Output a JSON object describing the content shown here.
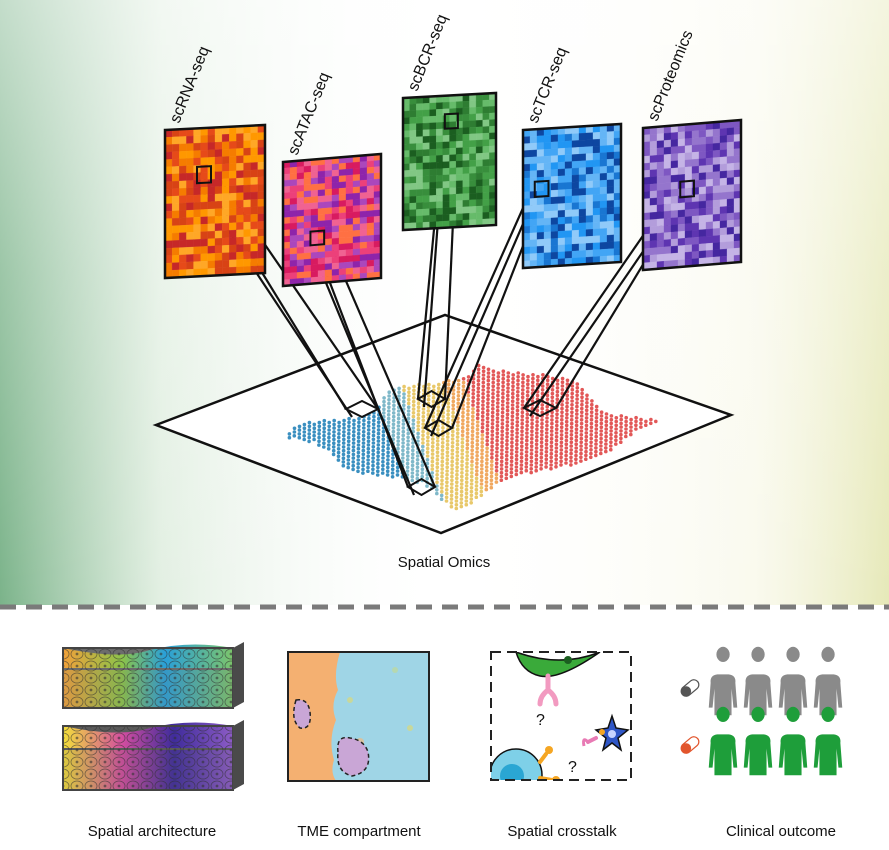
{
  "top_panel": {
    "layers": [
      {
        "label": "scRNA-seq",
        "palette": [
          "#c62828",
          "#e64a19",
          "#f57c00",
          "#ff9800",
          "#ffa726",
          "#d84315"
        ]
      },
      {
        "label": "scATAC-seq",
        "palette": [
          "#8e24aa",
          "#ab47bc",
          "#d81b60",
          "#ec407a",
          "#ff7043",
          "#f06292"
        ]
      },
      {
        "label": "scBCR-seq",
        "palette": [
          "#1b5e20",
          "#2e7d32",
          "#43a047",
          "#66bb6a",
          "#81c784",
          "#388e3c"
        ]
      },
      {
        "label": "scTCR-seq",
        "palette": [
          "#0d47a1",
          "#1976d2",
          "#2196f3",
          "#64b5f6",
          "#90caf9",
          "#42a5f5"
        ]
      },
      {
        "label": "scProteomics",
        "palette": [
          "#4527a0",
          "#5e35b1",
          "#7e57c2",
          "#9575cd",
          "#b39ddb",
          "#c5b4e6"
        ]
      }
    ],
    "tissue_colors": [
      "#3a8fc0",
      "#7fb8c9",
      "#e8c86a",
      "#f0a860",
      "#e25858"
    ],
    "caption": "Spatial Omics"
  },
  "bottom_panel": {
    "items": [
      {
        "label": "Spatial architecture"
      },
      {
        "label": "TME compartment"
      },
      {
        "label": "Spatial crosstalk"
      },
      {
        "label": "Clinical outcome"
      }
    ]
  },
  "colors": {
    "bg_left": "#4f9a63",
    "bg_right": "#e9ecbf",
    "divider": "#777777",
    "people_top": "#8a8a8a",
    "people_bottom": "#1e9e3a"
  }
}
